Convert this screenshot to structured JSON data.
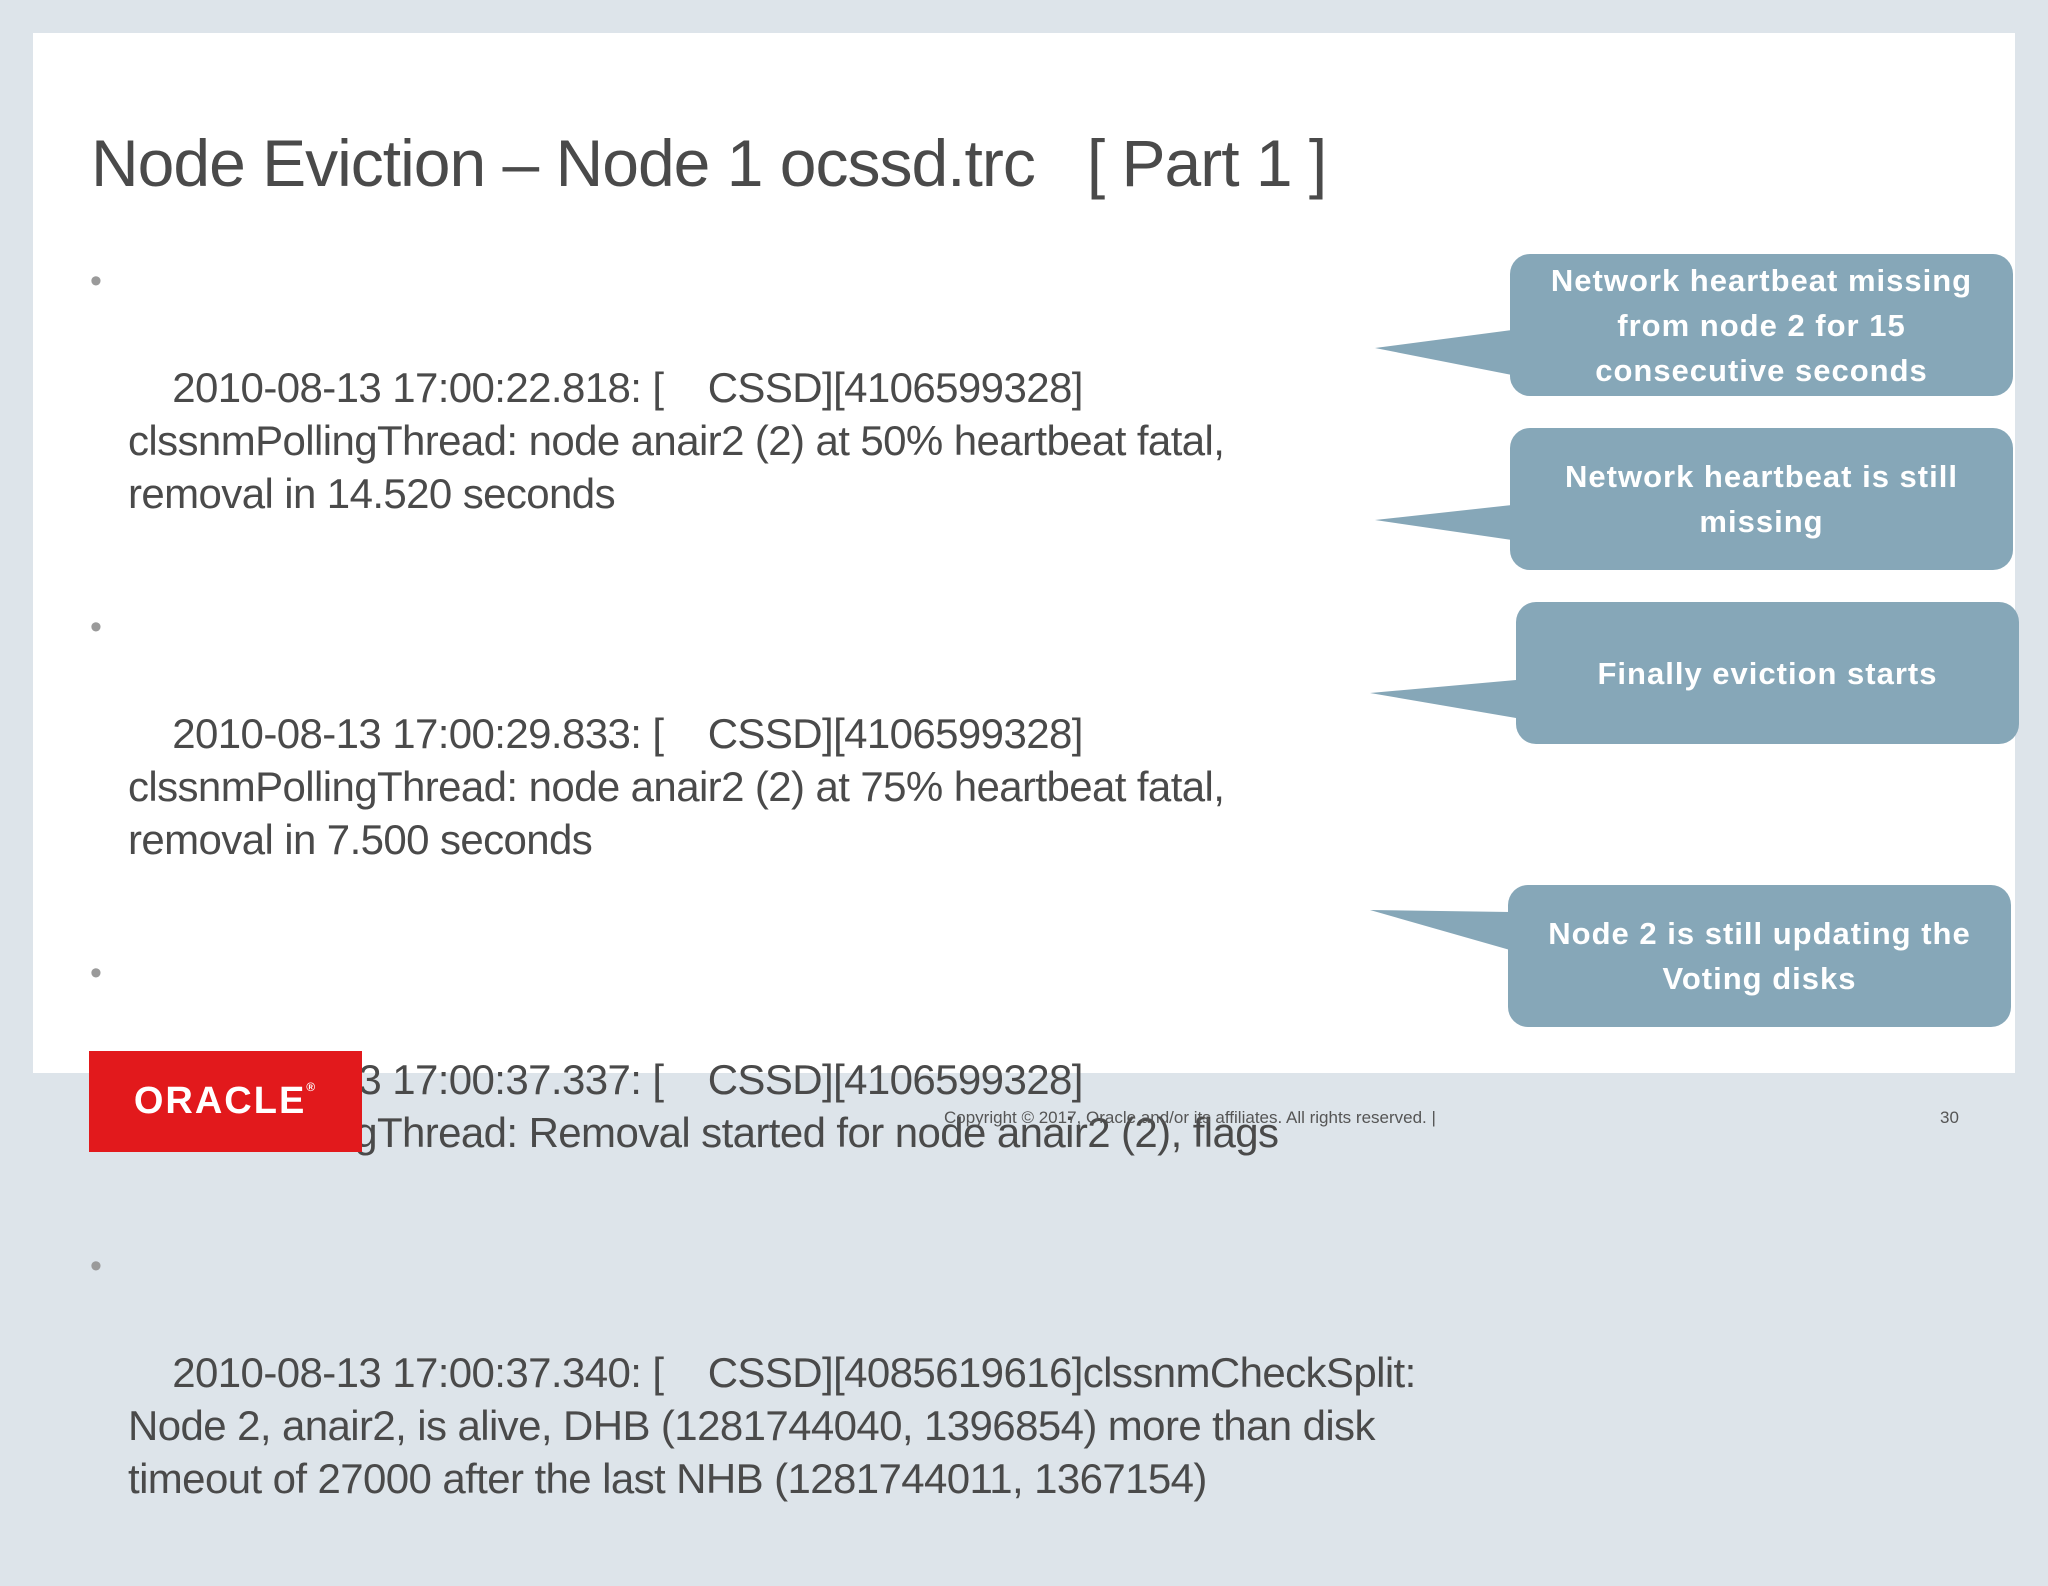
{
  "title": "Node Eviction – Node 1 ocssd.trc   [ Part 1 ]",
  "bullet_symbol": "•",
  "bullets": [
    "2010-08-13 17:00:22.818: [    CSSD][4106599328]\nclssnmPollingThread: node anair2 (2) at 50% heartbeat fatal,\nremoval in 14.520 seconds",
    "2010-08-13 17:00:29.833: [    CSSD][4106599328]\nclssnmPollingThread: node anair2 (2) at 75% heartbeat fatal,\nremoval in 7.500 seconds",
    "2010-08-13 17:00:37.337: [    CSSD][4106599328]\nclssnmPollingThread: Removal started for node anair2 (2), flags",
    "2010-08-13 17:00:37.340: [    CSSD][4085619616]clssnmCheckSplit:\nNode 2, anair2, is alive, DHB (1281744040, 1396854) more than disk\ntimeout of 27000 after the last NHB (1281744011, 1367154)"
  ],
  "callouts": [
    "Network heartbeat missing from node 2 for 15 consecutive seconds",
    "Network heartbeat is still missing",
    "Finally eviction starts",
    "Node 2 is still updating the Voting disks"
  ],
  "logo": {
    "text": "ORACLE",
    "mark": "®"
  },
  "footer": {
    "copyright": "Copyright © 2017, Oracle and/or its affiliates. All rights reserved.  |",
    "page_number": "30"
  },
  "colors": {
    "background": "#dde4ea",
    "slide": "#ffffff",
    "text": "#4a4a4a",
    "callout": "#86a7b8",
    "logo": "#e2191c"
  }
}
